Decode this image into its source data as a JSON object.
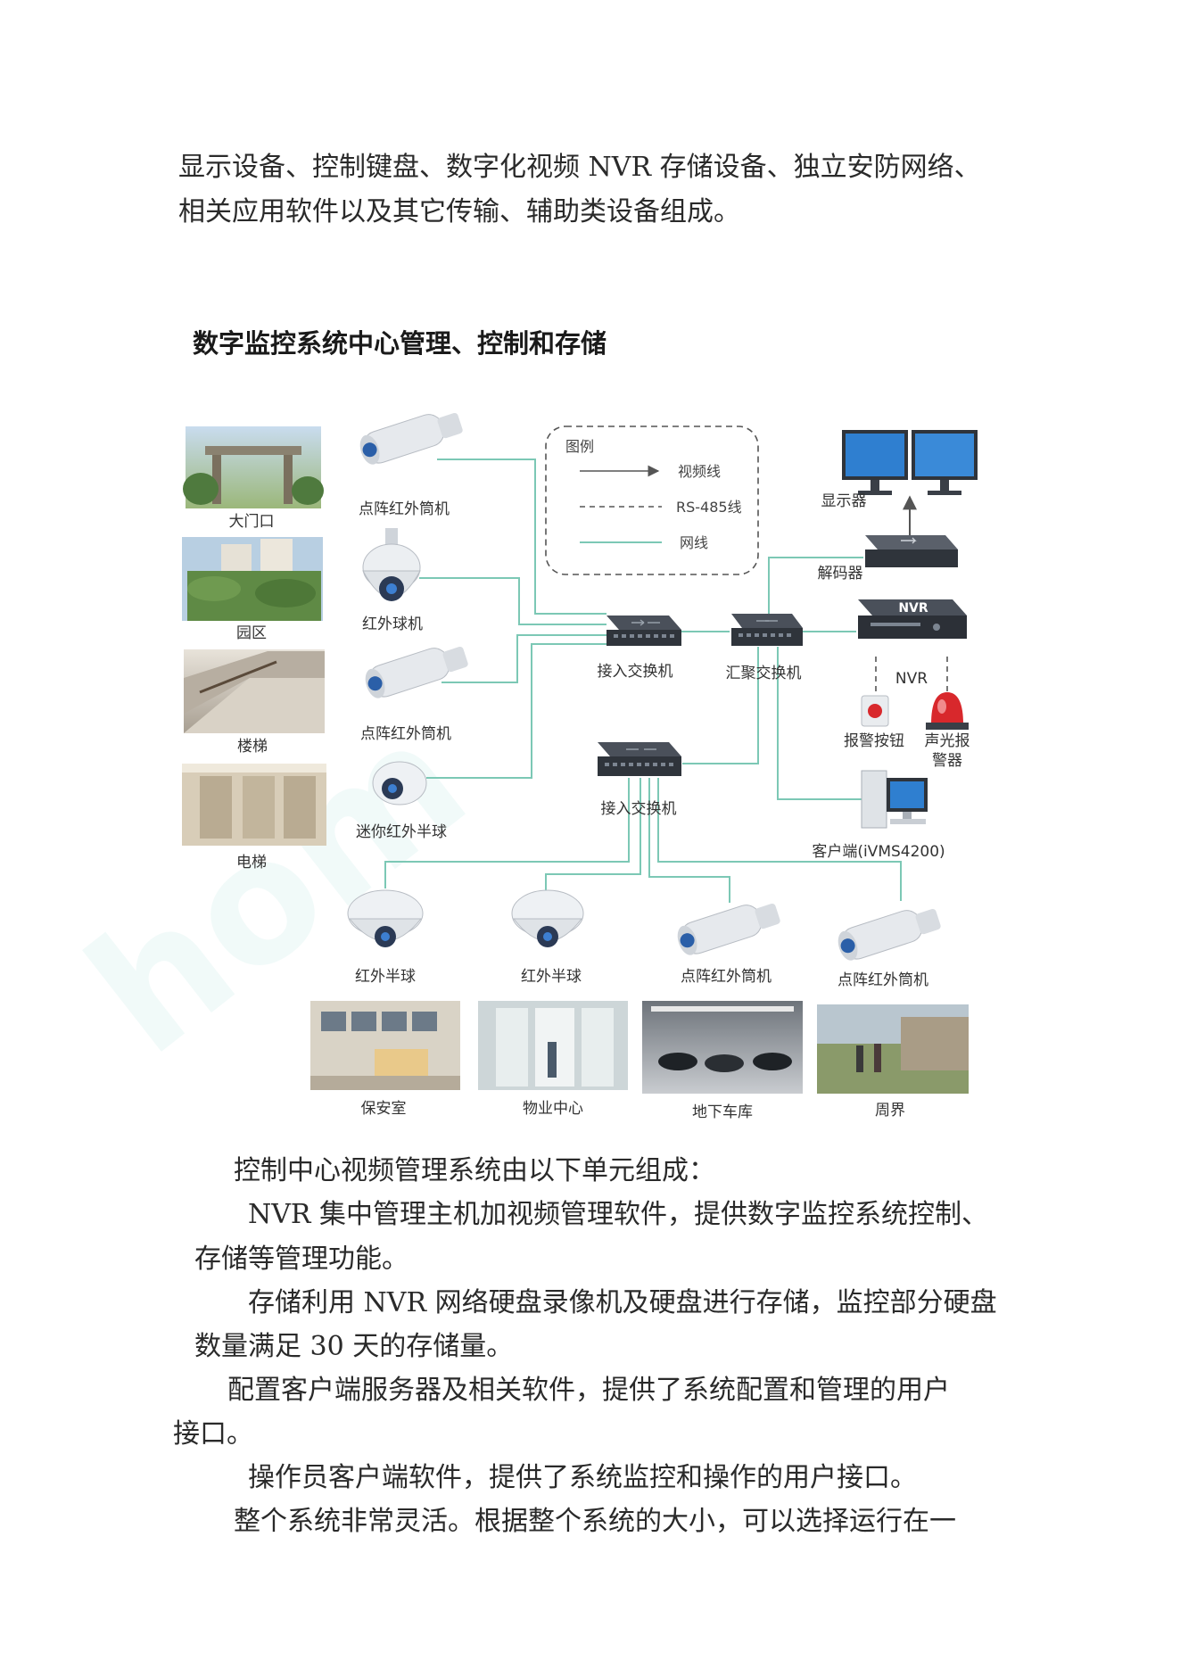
{
  "paragraphs": {
    "p1_line1": "显示设备、控制键盘、数字化视频 NVR 存储设备、独立安防网络、",
    "p1_line2": "相关应用软件以及其它传输、辅助类设备组成。",
    "p2": "控制中心视频管理系统由以下单元组成：",
    "p3_line1": "NVR 集中管理主机加视频管理软件，提供数字监控系统控制、",
    "p3_line2": "存储等管理功能。",
    "p4_line1": "存储利用 NVR 网络硬盘录像机及硬盘进行存储，监控部分硬盘",
    "p4_line2": "数量满足 30 天的存储量。",
    "p5_line1": "配置客户端服务器及相关软件，提供了系统配置和管理的用户",
    "p5_line2": "接口。",
    "p6": "操作员客户端软件，提供了系统监控和操作的用户接口。",
    "p7": "整个系统非常灵活。根据整个系统的大小，可以选择运行在一"
  },
  "heading": "数字监控系统中心管理、控制和存储",
  "diagram": {
    "legend": {
      "title": "图例",
      "video_line": "视频线",
      "rs485_line": "RS-485线",
      "network_line": "网线"
    },
    "locations_left": [
      "大门口",
      "园区",
      "楼梯",
      "电梯"
    ],
    "cameras_left": [
      "点阵红外筒机",
      "红外球机",
      "点阵红外筒机",
      "迷你红外半球"
    ],
    "switch_top": "接入交换机",
    "switch_aggregate": "汇聚交换机",
    "switch_bottom": "接入交换机",
    "monitor": "显示器",
    "decoder": "解码器",
    "nvr_label": "NVR",
    "nvr_badge": "NVR",
    "alarm_button": "报警按钮",
    "siren_line1": "声光报",
    "siren_line2": "警器",
    "client": "客户端(iVMS4200)",
    "cameras_bottom": [
      "红外半球",
      "红外半球",
      "点阵红外筒机",
      "点阵红外筒机"
    ],
    "locations_bottom": [
      "保安室",
      "物业中心",
      "地下车库",
      "周界"
    ]
  },
  "colors": {
    "network_line": "#7cc8b5",
    "device_dark": "#3a3f47",
    "screen_blue": "#2f7fd0",
    "alarm_red": "#d8282c"
  }
}
